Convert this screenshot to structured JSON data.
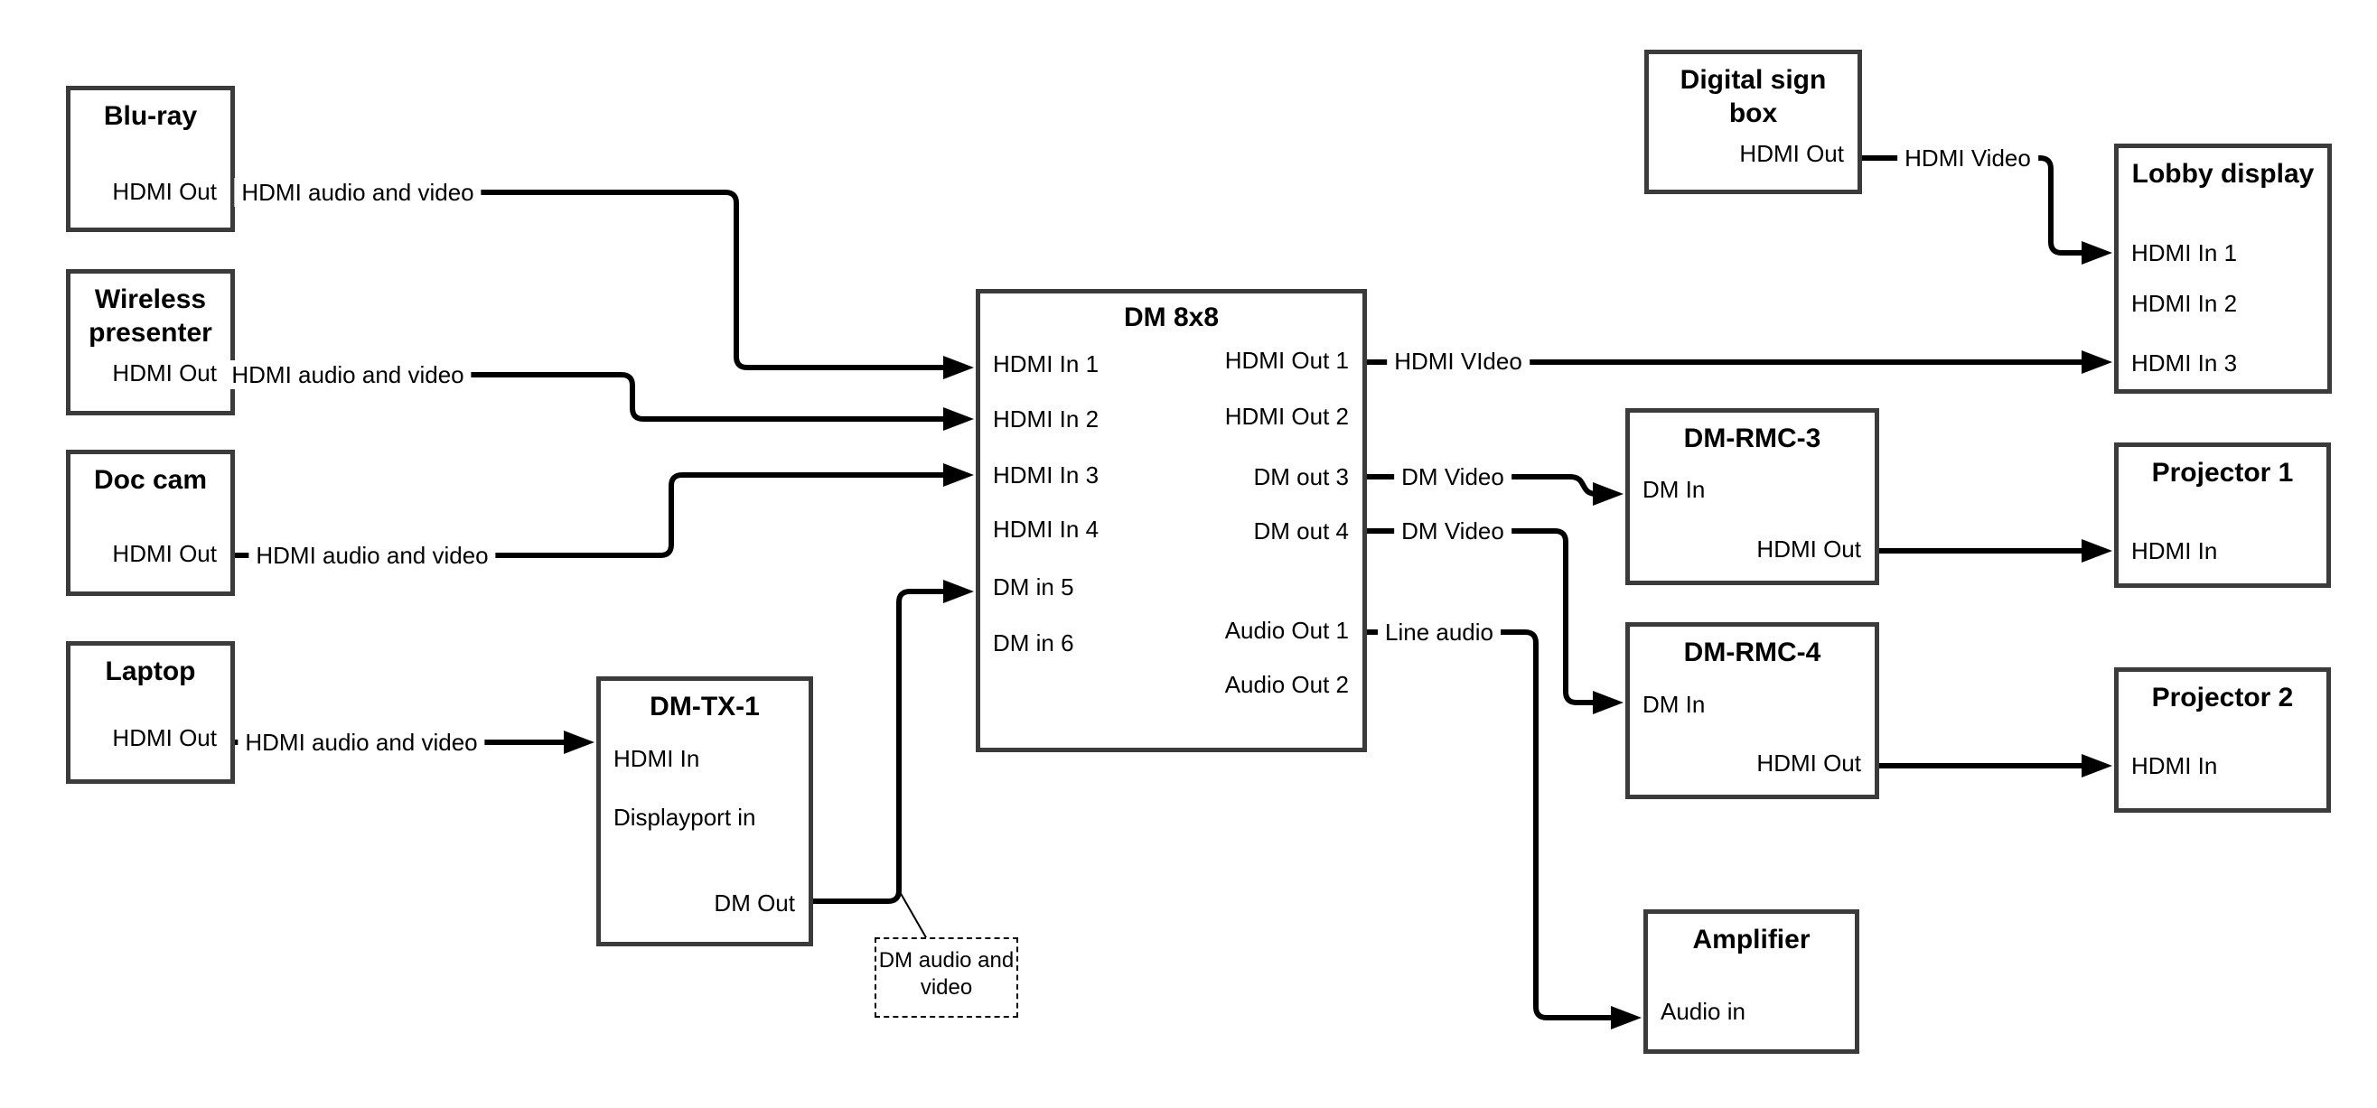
{
  "colors": {
    "background": "#ffffff",
    "node_border": "#3b3b3b",
    "cable": "#000000",
    "text": "#000000"
  },
  "nodes": {
    "blu_ray": {
      "title": "Blu-ray",
      "ports": {
        "hdmi_out": "HDMI Out"
      }
    },
    "wireless_presenter": {
      "title": "Wireless presenter",
      "ports": {
        "hdmi_out": "HDMI Out"
      }
    },
    "doc_cam": {
      "title": "Doc cam",
      "ports": {
        "hdmi_out": "HDMI Out"
      }
    },
    "laptop": {
      "title": "Laptop",
      "ports": {
        "hdmi_out": "HDMI Out"
      }
    },
    "dm_tx1": {
      "title": "DM-TX-1",
      "ports": {
        "hdmi_in": "HDMI In",
        "displayport_in": "Displayport in",
        "dm_out": "DM Out"
      }
    },
    "dm8x8": {
      "title": "DM 8x8",
      "ports": {
        "in1": "HDMI In 1",
        "in2": "HDMI In 2",
        "in3": "HDMI In 3",
        "in4": "HDMI In 4",
        "in5": "DM in 5",
        "in6": "DM in 6",
        "out1": "HDMI Out 1",
        "out2": "HDMI Out 2",
        "out3": "DM out 3",
        "out4": "DM out 4",
        "aout1": "Audio Out 1",
        "aout2": "Audio Out 2"
      }
    },
    "digital_sign_box": {
      "title": "Digital sign box",
      "ports": {
        "hdmi_out": "HDMI Out"
      }
    },
    "lobby_display": {
      "title": "Lobby display",
      "ports": {
        "in1": "HDMI In 1",
        "in2": "HDMI In 2",
        "in3": "HDMI In 3"
      }
    },
    "dm_rmc3": {
      "title": "DM-RMC-3",
      "ports": {
        "dm_in": "DM In",
        "hdmi_out": "HDMI Out"
      }
    },
    "projector1": {
      "title": "Projector 1",
      "ports": {
        "hdmi_in": "HDMI In"
      }
    },
    "dm_rmc4": {
      "title": "DM-RMC-4",
      "ports": {
        "dm_in": "DM In",
        "hdmi_out": "HDMI Out"
      }
    },
    "projector2": {
      "title": "Projector 2",
      "ports": {
        "hdmi_in": "HDMI In"
      }
    },
    "amplifier": {
      "title": "Amplifier",
      "ports": {
        "audio_in": "Audio in"
      }
    }
  },
  "edges": [
    {
      "from": "blu_ray",
      "from_port": "hdmi_out",
      "to": "dm8x8",
      "to_port": "in1",
      "label": "HDMI audio and video"
    },
    {
      "from": "wireless_presenter",
      "from_port": "hdmi_out",
      "to": "dm8x8",
      "to_port": "in2",
      "label": "HDMI audio and video"
    },
    {
      "from": "doc_cam",
      "from_port": "hdmi_out",
      "to": "dm8x8",
      "to_port": "in3",
      "label": "HDMI audio and video"
    },
    {
      "from": "laptop",
      "from_port": "hdmi_out",
      "to": "dm_tx1",
      "to_port": "hdmi_in",
      "label": "HDMI audio and video"
    },
    {
      "from": "dm_tx1",
      "from_port": "dm_out",
      "to": "dm8x8",
      "to_port": "in5",
      "label": "DM audio and video"
    },
    {
      "from": "dm8x8",
      "from_port": "out1",
      "to": "lobby_display",
      "to_port": "in3",
      "label": "HDMI VIdeo"
    },
    {
      "from": "digital_sign_box",
      "from_port": "hdmi_out",
      "to": "lobby_display",
      "to_port": "in1",
      "label": "HDMI Video"
    },
    {
      "from": "dm8x8",
      "from_port": "out3",
      "to": "dm_rmc3",
      "to_port": "dm_in",
      "label": "DM Video"
    },
    {
      "from": "dm8x8",
      "from_port": "out4",
      "to": "dm_rmc4",
      "to_port": "dm_in",
      "label": "DM Video"
    },
    {
      "from": "dm8x8",
      "from_port": "aout1",
      "to": "amplifier",
      "to_port": "audio_in",
      "label": "Line audio"
    },
    {
      "from": "dm_rmc3",
      "from_port": "hdmi_out",
      "to": "projector1",
      "to_port": "hdmi_in",
      "label": ""
    },
    {
      "from": "dm_rmc4",
      "from_port": "hdmi_out",
      "to": "projector2",
      "to_port": "hdmi_in",
      "label": ""
    }
  ]
}
